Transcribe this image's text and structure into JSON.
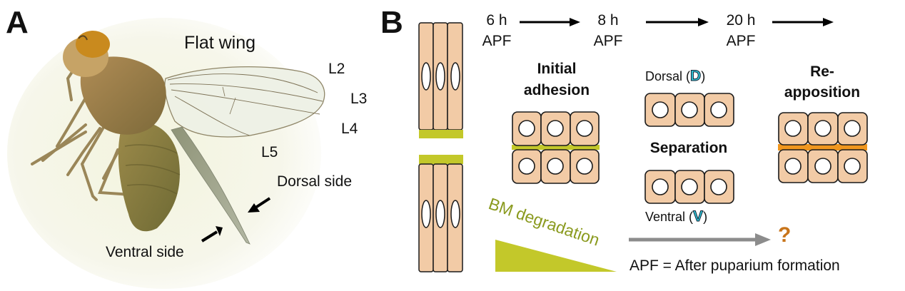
{
  "figure": {
    "panel_a": {
      "label": "A",
      "title": "Flat wing",
      "vein_labels": [
        "L2",
        "L3",
        "L4",
        "L5"
      ],
      "dorsal_label": "Dorsal side",
      "ventral_label": "Ventral side",
      "icons": [
        "fly-photo",
        "arrow-dorsal-icon",
        "arrow-ventral-icon"
      ]
    },
    "panel_b": {
      "label": "B",
      "timeline": [
        {
          "time": "6 h",
          "unit": "APF"
        },
        {
          "time": "8 h",
          "unit": "APF"
        },
        {
          "time": "20 h",
          "unit": "APF"
        }
      ],
      "stages": {
        "initial_adhesion": "Initial\nadhesion",
        "initial_line1": "Initial",
        "initial_line2": "adhesion",
        "separation": "Separation",
        "reapposition_line1": "Re-",
        "reapposition_line2": "apposition"
      },
      "dorsal_text": "Dorsal (",
      "dorsal_letter": "D",
      "ventral_text": "Ventral (",
      "ventral_letter": "V",
      "close_paren": ")",
      "bm_degradation": "BM degradation",
      "question_mark": "?",
      "footnote": "APF = After puparium formation",
      "colors": {
        "cell_fill": "#f2cba6",
        "cell_stroke": "#1a1a1a",
        "basement_membrane": "#c3c82a",
        "reapposition_interface": "#f0961e",
        "dv_letter": "#2fc4d6",
        "bm_text": "#8a9a1e",
        "gray_arrow": "#8c8c8c",
        "question": "#c8741a"
      }
    }
  }
}
